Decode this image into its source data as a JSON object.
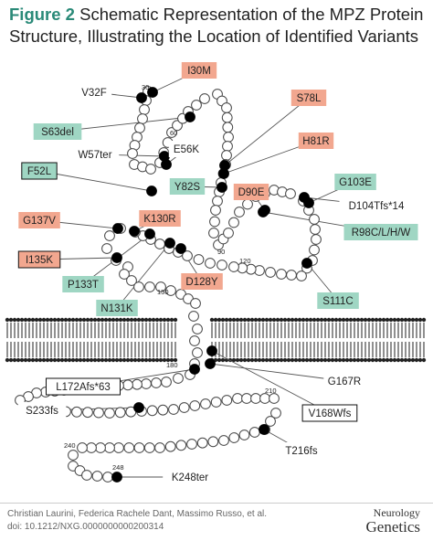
{
  "title": {
    "figure_label": "Figure 2",
    "text": "Schematic Representation of the MPZ Protein Structure, Illustrating the Location of Identified Variants"
  },
  "colors": {
    "pathogenic": "#f2a78f",
    "benign": "#9fd6c3",
    "outline": "#444444",
    "membrane": "#222222",
    "figure_label": "#2a8a78"
  },
  "residue_numbers": [
    "30",
    "60",
    "90",
    "120",
    "150",
    "180",
    "210",
    "240",
    "248"
  ],
  "variants": [
    {
      "label": "I30M",
      "style": "pathogenic"
    },
    {
      "label": "V32F",
      "style": "plain"
    },
    {
      "label": "S63del",
      "style": "benign"
    },
    {
      "label": "W57ter",
      "style": "plain"
    },
    {
      "label": "E56K",
      "style": "plain"
    },
    {
      "label": "F52L",
      "style": "benign-boxed"
    },
    {
      "label": "S78L",
      "style": "pathogenic"
    },
    {
      "label": "H81R",
      "style": "pathogenic"
    },
    {
      "label": "Y82S",
      "style": "benign"
    },
    {
      "label": "D90E",
      "style": "pathogenic"
    },
    {
      "label": "G103E",
      "style": "benign"
    },
    {
      "label": "D104Tfs*14",
      "style": "plain"
    },
    {
      "label": "R98C/L/H/W",
      "style": "benign"
    },
    {
      "label": "G137V",
      "style": "pathogenic"
    },
    {
      "label": "K130R",
      "style": "pathogenic"
    },
    {
      "label": "I135K",
      "style": "pathogenic-boxed"
    },
    {
      "label": "P133T",
      "style": "benign"
    },
    {
      "label": "D128Y",
      "style": "pathogenic"
    },
    {
      "label": "N131K",
      "style": "benign"
    },
    {
      "label": "S111C",
      "style": "benign"
    },
    {
      "label": "L172Afs*63",
      "style": "plain-boxed"
    },
    {
      "label": "G167R",
      "style": "plain"
    },
    {
      "label": "V168Wfs",
      "style": "plain-boxed"
    },
    {
      "label": "S233fs",
      "style": "plain"
    },
    {
      "label": "T216fs",
      "style": "plain"
    },
    {
      "label": "K248ter",
      "style": "plain"
    }
  ],
  "footer": {
    "credits": "Christian Laurini, Federica Rachele Dant, Massimo Russo, et al.",
    "doi": "doi: 10.1212/NXG.0000000000200314",
    "journal_line1": "Neurology",
    "journal_line2": "Genetics"
  }
}
